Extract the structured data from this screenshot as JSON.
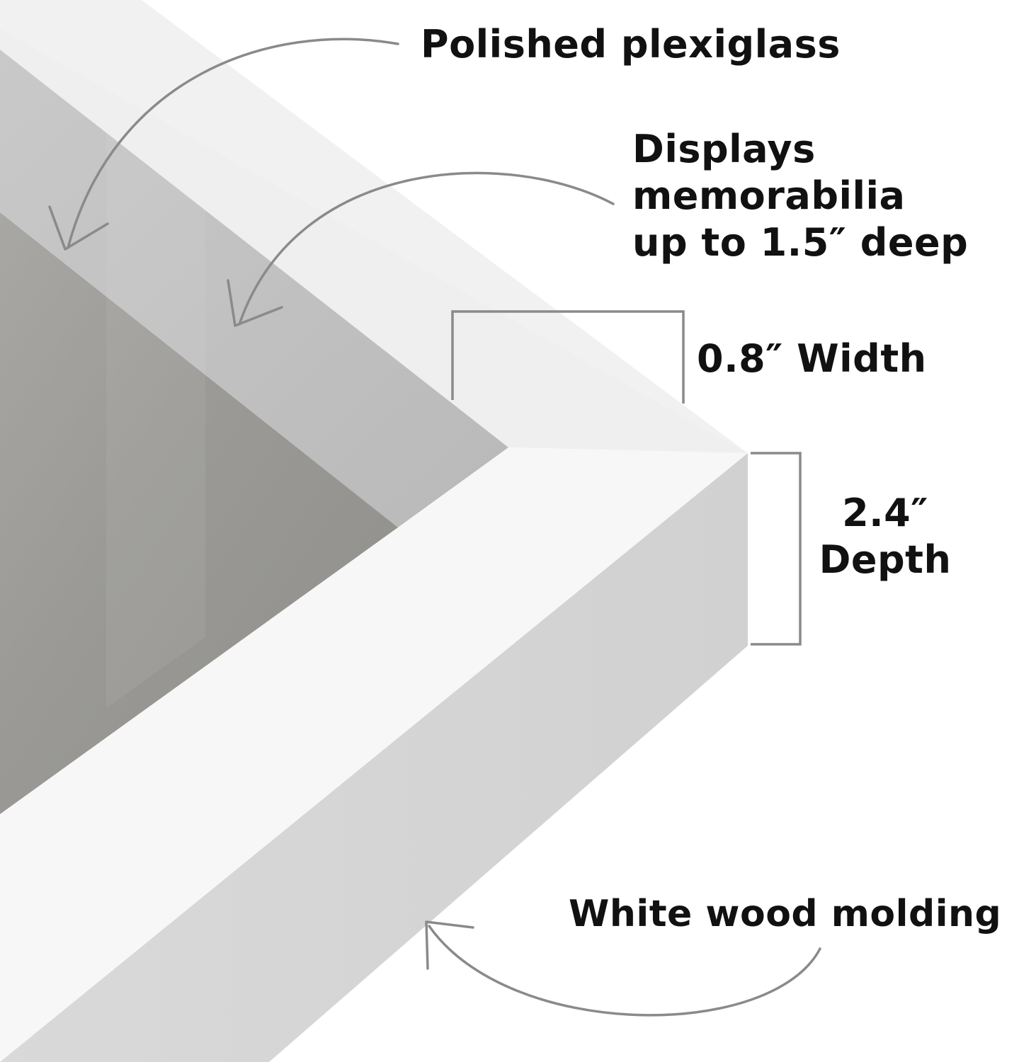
{
  "colors": {
    "background": "#ffffff",
    "text": "#111111",
    "annotation_line": "#8a8a8a",
    "frame_face": "#f7f7f7",
    "frame_outer_top": "#efefef",
    "frame_side": "#d7d7d7",
    "frame_inner_wall": "#bdbdbd",
    "backing_paper": "#9e9d99"
  },
  "labels": {
    "plexiglass": "Polished plexiglass",
    "memorabilia": {
      "line1": "Displays",
      "line2": "memorabilia",
      "line3": "up to 1.5″ deep"
    },
    "width": "0.8″ Width",
    "depth": {
      "line1": "2.4″",
      "line2": "Depth"
    },
    "molding": "White wood molding"
  },
  "icons": {
    "arrow_plexiglass": "curved-arrow-icon",
    "arrow_memorabilia": "curved-arrow-icon",
    "arrow_molding": "curved-arrow-icon",
    "bracket_width": "dimension-bracket",
    "bracket_depth": "dimension-bracket"
  }
}
